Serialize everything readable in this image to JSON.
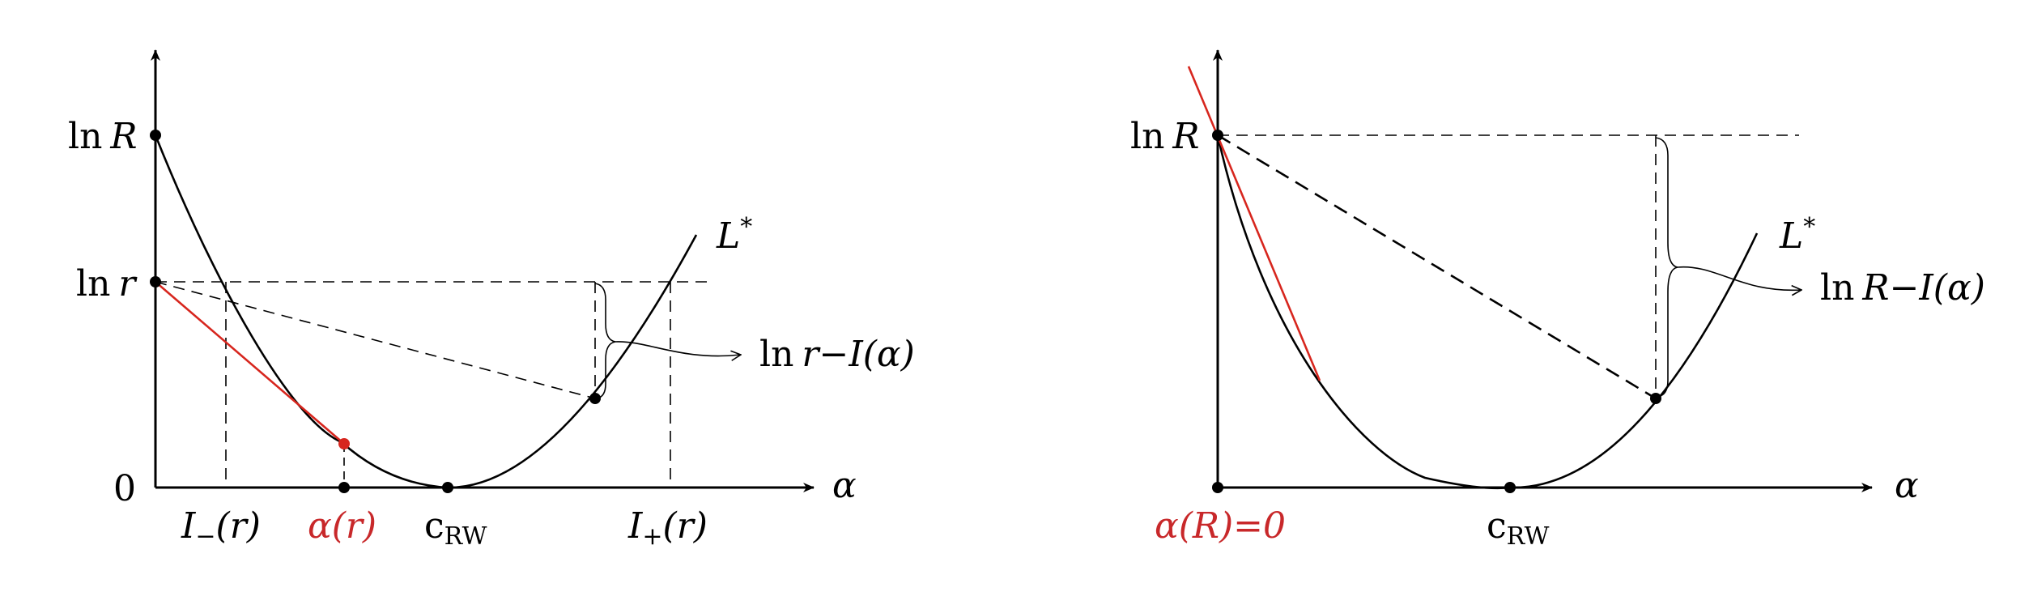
{
  "colors": {
    "ink": "#000000",
    "accent": "#d7261e",
    "label_red": "#c8282a"
  },
  "left": {
    "y_labels": {
      "lnR_ln": "ln",
      "lnR_var": "R",
      "lnr_ln": "ln",
      "lnr_var": "r",
      "zero": "0"
    },
    "x_axis_label": "α",
    "curve_label": {
      "base": "L",
      "sup": "*"
    },
    "x_labels": {
      "i_minus": {
        "base": "I",
        "sub": "−",
        "arg": "(r)"
      },
      "alpha_r": "α(r)",
      "c_rw": {
        "base": "c",
        "sub": "RW"
      },
      "i_plus": {
        "base": "I",
        "sub": "+",
        "arg": "(r)"
      }
    },
    "brace_label": {
      "ln": "ln",
      "var": "r",
      "rest": "−I(α)"
    }
  },
  "right": {
    "y_labels": {
      "lnR_ln": "ln",
      "lnR_var": "R"
    },
    "x_axis_label": "α",
    "curve_label": {
      "base": "L",
      "sup": "*"
    },
    "x_labels": {
      "alpha_R0": "α(R)=0",
      "c_rw": {
        "base": "c",
        "sub": "RW"
      }
    },
    "brace_label": {
      "ln": "ln",
      "var": "R",
      "rest": "−I(α)"
    }
  }
}
